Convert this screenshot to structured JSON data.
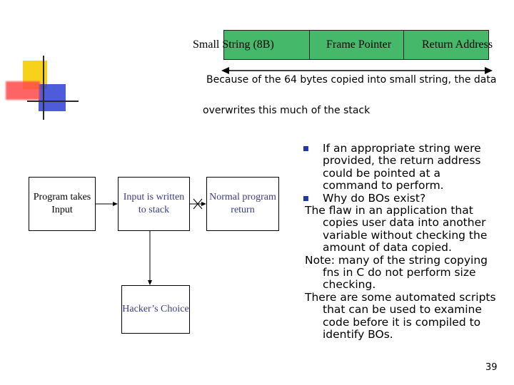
{
  "stack": {
    "small_string": "Small String (8B)",
    "frame_pointer": "Frame Pointer",
    "return_address": "Return Address"
  },
  "annotation": {
    "line1": "Because of the 64 bytes copied into small string, the data",
    "line2": "overwrites this much of the stack"
  },
  "flow": {
    "box1": "Program takes Input",
    "box2": "Input is written to stack",
    "box3": "Normal program return",
    "box4": "Hacker’s Choice"
  },
  "bullets": {
    "item1": "If an appropriate string were provided, the return address could be pointed at a command to perform.",
    "item2": "Why do BOs exist?",
    "para1": "The flaw in an application that copies user data into another variable without checking the amount of data copied.",
    "para2": "Note: many of the string copying fns in C do not perform size checking.",
    "para3": "There are some automated scripts that can be used to examine code before it is compiled to identify BOs."
  },
  "slide_number": "39",
  "colors": {
    "stack_fill": "#46b86a",
    "bullet": "#1f3aa6",
    "flow_text": "#3a3a8c",
    "deco_yellow": "#f7d21a",
    "deco_red": "#ff4a4a",
    "deco_blue": "#2f3fd6"
  }
}
